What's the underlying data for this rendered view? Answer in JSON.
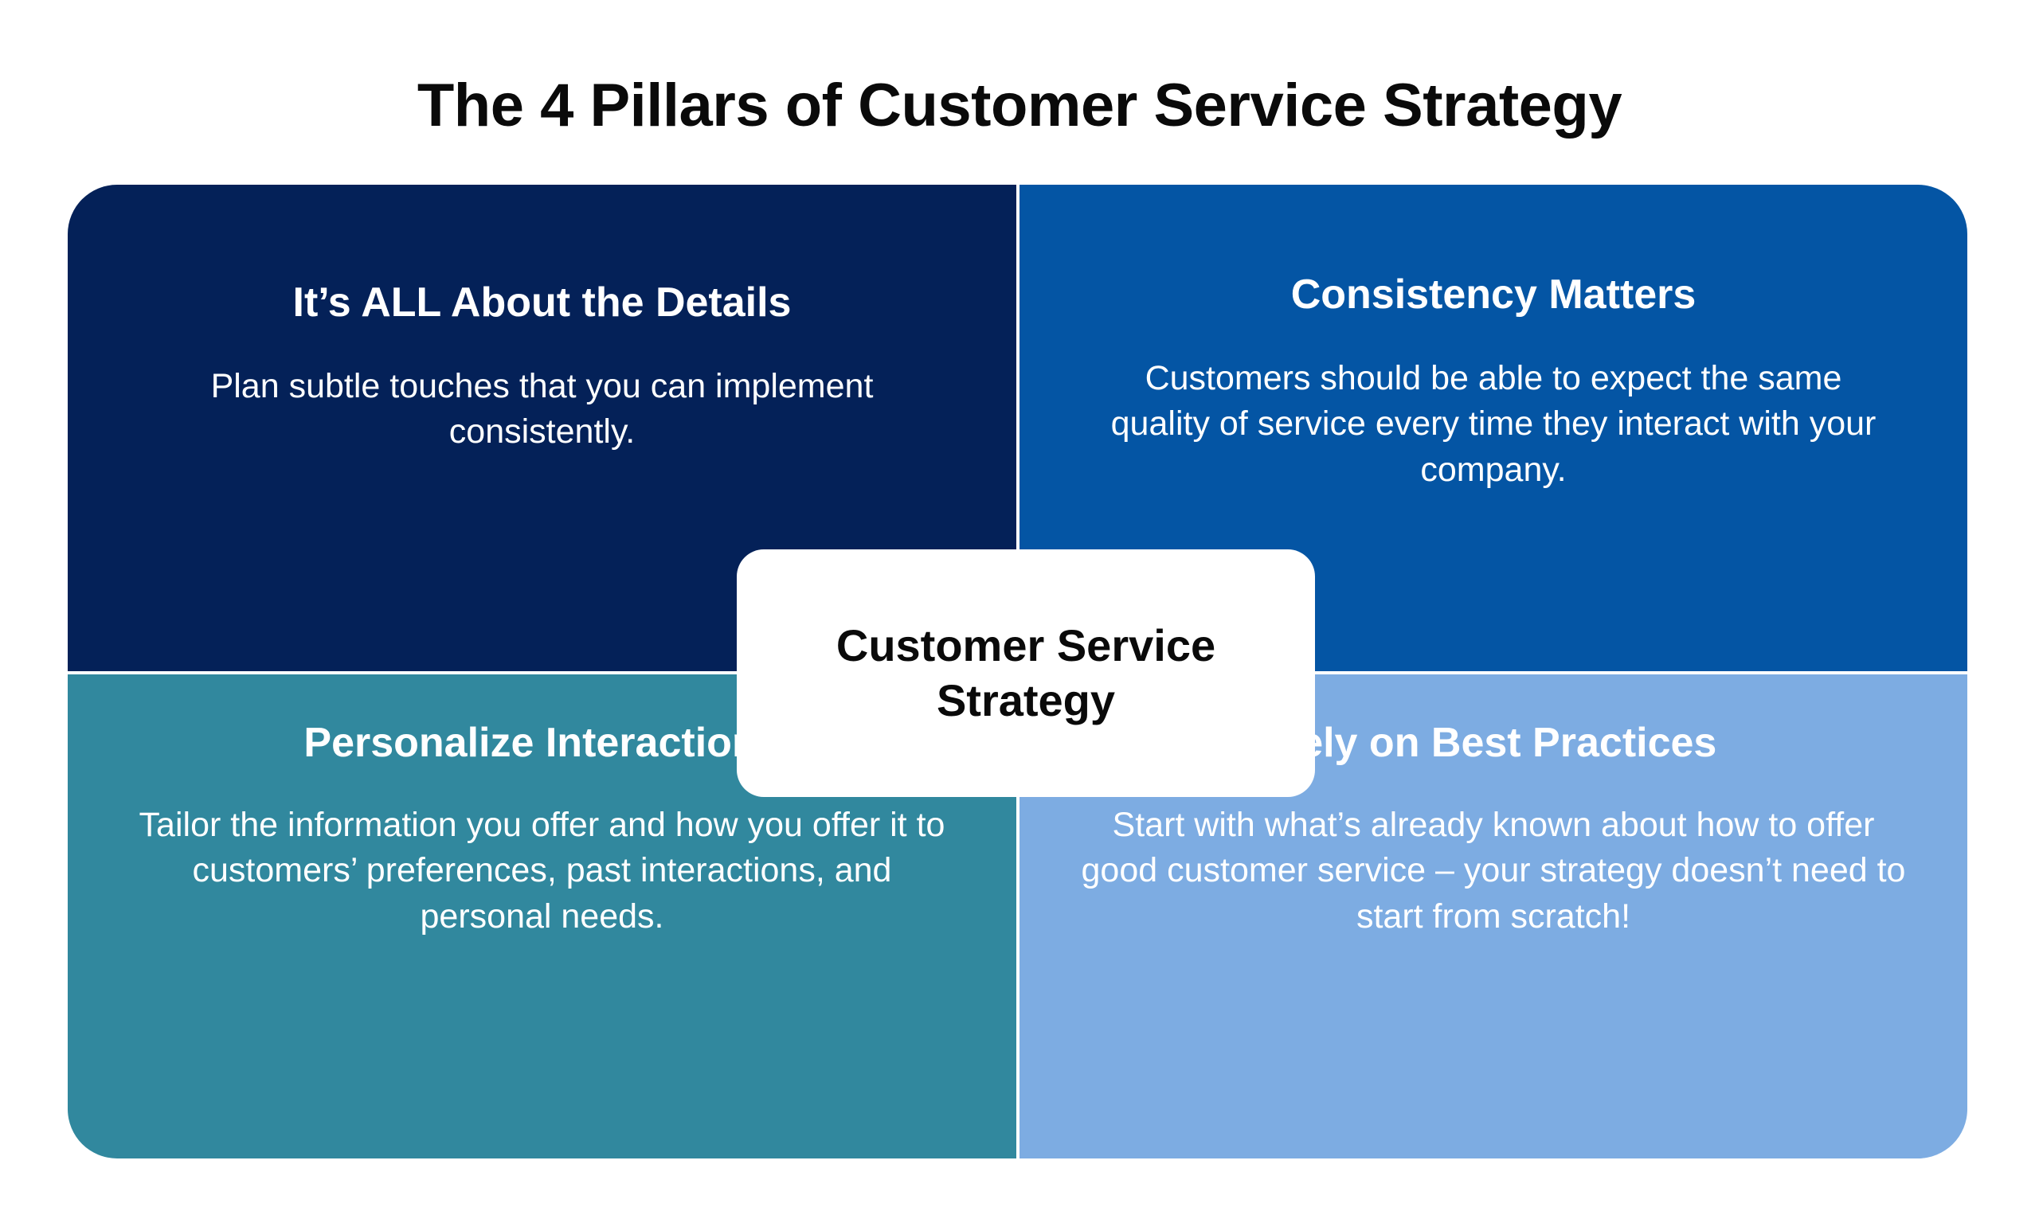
{
  "title": "The 4 Pillars of Customer Service Strategy",
  "center": {
    "label": "Customer Service Strategy"
  },
  "colors": {
    "background": "#ffffff",
    "title_text": "#0a0a0a",
    "quadrant_text": "#ffffff",
    "quadrant_top_left": "#042158",
    "quadrant_top_right": "#0455a4",
    "quadrant_bottom_left": "#31889e",
    "quadrant_bottom_right": "#7dace2",
    "center_card_background": "#ffffff",
    "center_card_text": "#0a0a0a",
    "divider": "#ffffff"
  },
  "quadrants": [
    {
      "position": "top-left",
      "heading": "It’s ALL About the Details",
      "body": "Plan subtle touches that you can implement consistently.",
      "color": "#042158"
    },
    {
      "position": "top-right",
      "heading": "Consistency Matters",
      "body": "Customers should be able to expect the same quality of service every time they interact with your company.",
      "color": "#0455a4"
    },
    {
      "position": "bottom-left",
      "heading": "Personalize Interactions",
      "body": "Tailor the information you offer and how you offer it to customers’ preferences, past interactions, and personal needs.",
      "color": "#31889e"
    },
    {
      "position": "bottom-right",
      "heading": "Rely on Best Practices",
      "body": "Start with what’s already known about how to offer good customer service – your strategy doesn’t need to start from scratch!",
      "color": "#7dace2"
    }
  ]
}
